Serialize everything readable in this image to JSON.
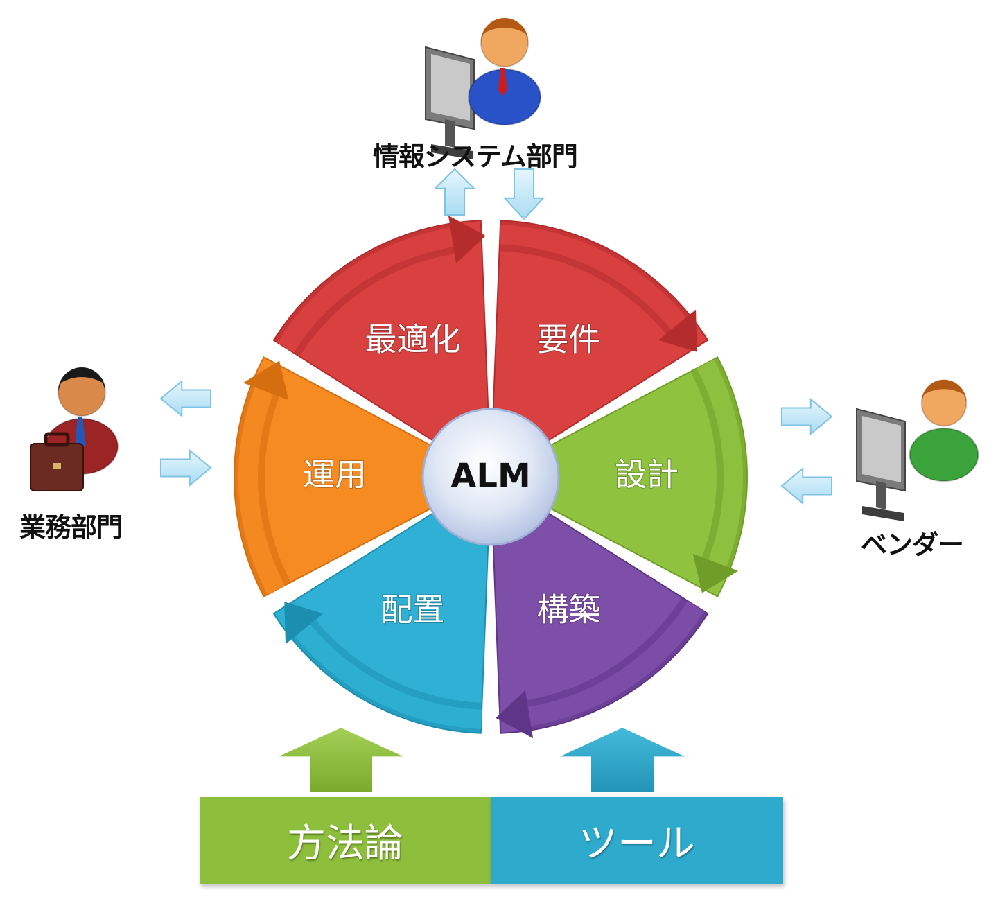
{
  "center": {
    "label": "ALM"
  },
  "segments": [
    {
      "id": "requirements",
      "label": "要件",
      "color": "#d94040",
      "dark": "#b52c2c"
    },
    {
      "id": "design",
      "label": "設計",
      "color": "#8fc23f",
      "dark": "#6f9e28"
    },
    {
      "id": "build",
      "label": "構築",
      "color": "#7d4fa8",
      "dark": "#5e3587"
    },
    {
      "id": "deploy",
      "label": "配置",
      "color": "#2fb0d4",
      "dark": "#1c8fb0"
    },
    {
      "id": "operation",
      "label": "運用",
      "color": "#f68b22",
      "dark": "#d56e0e"
    },
    {
      "id": "optimization",
      "label": "最適化",
      "color": "#d94040",
      "dark": "#b52c2c"
    }
  ],
  "actors": {
    "it_department": {
      "label": "情報システム部門"
    },
    "business_department": {
      "label": "業務部門"
    },
    "vendor": {
      "label": "ベンダー"
    }
  },
  "foundation": {
    "methodology": {
      "label": "方法論",
      "color": "#8dbf3c"
    },
    "tools": {
      "label": "ツール",
      "color": "#2eaacd"
    }
  }
}
